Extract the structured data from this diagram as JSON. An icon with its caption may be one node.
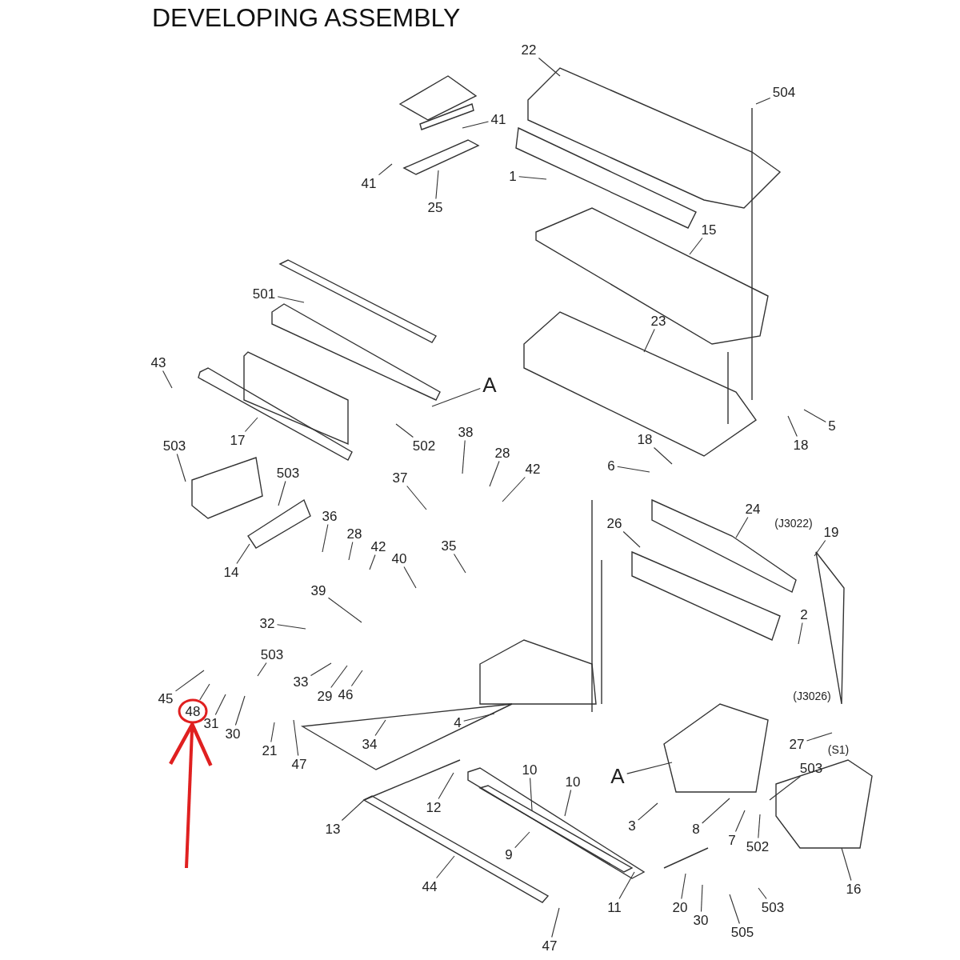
{
  "diagram": {
    "title": "DEVELOPING ASSEMBLY",
    "nodes": [
      {
        "text": [
          "22"
        ]
      },
      {
        "text": [
          "504"
        ]
      },
      {
        "text": [
          "41"
        ]
      },
      {
        "text": [
          "1"
        ]
      },
      {
        "text": [
          "41"
        ]
      },
      {
        "text": [
          "25"
        ]
      },
      {
        "text": [
          "15"
        ]
      },
      {
        "text": [
          "501"
        ]
      },
      {
        "text": [
          "23"
        ]
      },
      {
        "text": [
          "43"
        ]
      },
      {
        "text": [
          "A"
        ]
      },
      {
        "text": [
          "5"
        ]
      },
      {
        "text": [
          "17"
        ]
      },
      {
        "text": [
          "18"
        ]
      },
      {
        "text": [
          "18"
        ]
      },
      {
        "text": [
          "502"
        ]
      },
      {
        "text": [
          "503"
        ]
      },
      {
        "text": [
          "38"
        ]
      },
      {
        "text": [
          "28"
        ]
      },
      {
        "text": [
          "42"
        ]
      },
      {
        "text": [
          "6"
        ]
      },
      {
        "text": [
          "503"
        ]
      },
      {
        "text": [
          "37"
        ]
      },
      {
        "text": [
          "24"
        ]
      },
      {
        "text": [
          "19"
        ]
      },
      {
        "text": [
          "26"
        ]
      },
      {
        "text": [
          "36"
        ]
      },
      {
        "text": [
          "28"
        ]
      },
      {
        "text": [
          "42"
        ]
      },
      {
        "text": [
          "40"
        ]
      },
      {
        "text": [
          "35"
        ]
      },
      {
        "text": [
          "14"
        ]
      },
      {
        "text": [
          "39"
        ]
      },
      {
        "text": [
          "32"
        ]
      },
      {
        "text": [
          "2"
        ]
      },
      {
        "text": [
          "503"
        ]
      },
      {
        "text": [
          "33"
        ]
      },
      {
        "text": [
          "29"
        ]
      },
      {
        "text": [
          "46"
        ]
      },
      {
        "text": [
          "45"
        ]
      },
      {
        "text": [
          "48"
        ]
      },
      {
        "text": [
          "31"
        ]
      },
      {
        "text": [
          "30"
        ]
      },
      {
        "text": [
          "21"
        ]
      },
      {
        "text": [
          "47"
        ]
      },
      {
        "text": [
          "34"
        ]
      },
      {
        "text": [
          "4"
        ]
      },
      {
        "text": [
          "27"
        ]
      },
      {
        "text": [
          "503"
        ]
      },
      {
        "text": [
          "A"
        ]
      },
      {
        "text": [
          "12"
        ]
      },
      {
        "text": [
          "10"
        ]
      },
      {
        "text": [
          "10"
        ]
      },
      {
        "text": [
          "13"
        ]
      },
      {
        "text": [
          "3"
        ]
      },
      {
        "text": [
          "8"
        ]
      },
      {
        "text": [
          "7"
        ]
      },
      {
        "text": [
          "502"
        ]
      },
      {
        "text": [
          "9"
        ]
      },
      {
        "text": [
          "16"
        ]
      },
      {
        "text": [
          "44"
        ]
      },
      {
        "text": [
          "11"
        ]
      },
      {
        "text": [
          "20"
        ]
      },
      {
        "text": [
          "30"
        ]
      },
      {
        "text": [
          "505"
        ]
      },
      {
        "text": [
          "503"
        ]
      },
      {
        "text": [
          "47"
        ]
      }
    ],
    "edges": [
      {
        "from": 0,
        "to": null,
        "arrow": "none"
      },
      {
        "from": 1,
        "to": null,
        "arrow": "none"
      },
      {
        "from": 2,
        "to": null,
        "arrow": "none"
      },
      {
        "from": 3,
        "to": null,
        "arrow": "none"
      },
      {
        "from": 4,
        "to": null,
        "arrow": "none"
      },
      {
        "from": 5,
        "to": null,
        "arrow": "none"
      },
      {
        "from": 6,
        "to": null,
        "arrow": "none"
      },
      {
        "from": 7,
        "to": null,
        "arrow": "none"
      },
      {
        "from": 8,
        "to": null,
        "arrow": "none"
      },
      {
        "from": 9,
        "to": null,
        "arrow": "none"
      },
      {
        "from": 10,
        "to": null,
        "arrow": "none"
      },
      {
        "from": 11,
        "to": null,
        "arrow": "none"
      },
      {
        "from": 12,
        "to": null,
        "arrow": "none"
      },
      {
        "from": 13,
        "to": null,
        "arrow": "none"
      },
      {
        "from": 14,
        "to": null,
        "arrow": "none"
      },
      {
        "from": 15,
        "to": null,
        "arrow": "none"
      },
      {
        "from": 16,
        "to": null,
        "arrow": "none"
      },
      {
        "from": 17,
        "to": null,
        "arrow": "none"
      },
      {
        "from": 18,
        "to": null,
        "arrow": "none"
      },
      {
        "from": 19,
        "to": null,
        "arrow": "none"
      },
      {
        "from": 20,
        "to": null,
        "arrow": "none"
      },
      {
        "from": 21,
        "to": null,
        "arrow": "none"
      },
      {
        "from": 22,
        "to": null,
        "arrow": "none"
      },
      {
        "from": 23,
        "to": null,
        "arrow": "none"
      },
      {
        "from": 24,
        "to": null,
        "arrow": "none"
      },
      {
        "from": 25,
        "to": null,
        "arrow": "none"
      },
      {
        "from": 26,
        "to": null,
        "arrow": "none"
      },
      {
        "from": 27,
        "to": null,
        "arrow": "none"
      },
      {
        "from": 28,
        "to": null,
        "arrow": "none"
      },
      {
        "from": 29,
        "to": null,
        "arrow": "none"
      },
      {
        "from": 30,
        "to": null,
        "arrow": "none"
      },
      {
        "from": 31,
        "to": null,
        "arrow": "none"
      },
      {
        "from": 32,
        "to": null,
        "arrow": "none"
      },
      {
        "from": 33,
        "to": null,
        "arrow": "none"
      },
      {
        "from": 34,
        "to": null,
        "arrow": "none"
      },
      {
        "from": 35,
        "to": null,
        "arrow": "none"
      },
      {
        "from": 36,
        "to": null,
        "arrow": "none"
      },
      {
        "from": 37,
        "to": null,
        "arrow": "none"
      },
      {
        "from": 38,
        "to": null,
        "arrow": "none"
      },
      {
        "from": 39,
        "to": null,
        "arrow": "none"
      },
      {
        "from": 40,
        "to": null,
        "arrow": "none"
      },
      {
        "from": 41,
        "to": null,
        "arrow": "none"
      },
      {
        "from": 42,
        "to": null,
        "arrow": "none"
      },
      {
        "from": 43,
        "to": null,
        "arrow": "none"
      },
      {
        "from": 44,
        "to": null,
        "arrow": "none"
      },
      {
        "from": 45,
        "to": null,
        "arrow": "none"
      },
      {
        "from": 46,
        "to": null,
        "arrow": "none"
      },
      {
        "from": 47,
        "to": null,
        "arrow": "none"
      },
      {
        "from": 48,
        "to": null,
        "arrow": "none"
      },
      {
        "from": 49,
        "to": null,
        "arrow": "none"
      },
      {
        "from": 50,
        "to": null,
        "arrow": "none"
      },
      {
        "from": 51,
        "to": null,
        "arrow": "none"
      },
      {
        "from": 52,
        "to": null,
        "arrow": "none"
      },
      {
        "from": 53,
        "to": null,
        "arrow": "none"
      },
      {
        "from": 54,
        "to": null,
        "arrow": "none"
      },
      {
        "from": 55,
        "to": null,
        "arrow": "none"
      },
      {
        "from": 56,
        "to": null,
        "arrow": "none"
      },
      {
        "from": 57,
        "to": null,
        "arrow": "none"
      },
      {
        "from": 58,
        "to": null,
        "arrow": "none"
      },
      {
        "from": 59,
        "to": null,
        "arrow": "none"
      },
      {
        "from": 60,
        "to": null,
        "arrow": "none"
      },
      {
        "from": 61,
        "to": null,
        "arrow": "none"
      },
      {
        "from": 62,
        "to": null,
        "arrow": "none"
      },
      {
        "from": 63,
        "to": null,
        "arrow": "none"
      },
      {
        "from": 64,
        "to": null,
        "arrow": "none"
      },
      {
        "from": 65,
        "to": null,
        "arrow": "none"
      },
      {
        "from": 66,
        "to": null,
        "arrow": "none"
      },
      {
        "from": null,
        "to": 40,
        "arrow": "to",
        "style": "thick",
        "color": "#e02020"
      }
    ],
    "labels": [
      "(J3022)",
      "(J3026)",
      "(S1)"
    ]
  }
}
